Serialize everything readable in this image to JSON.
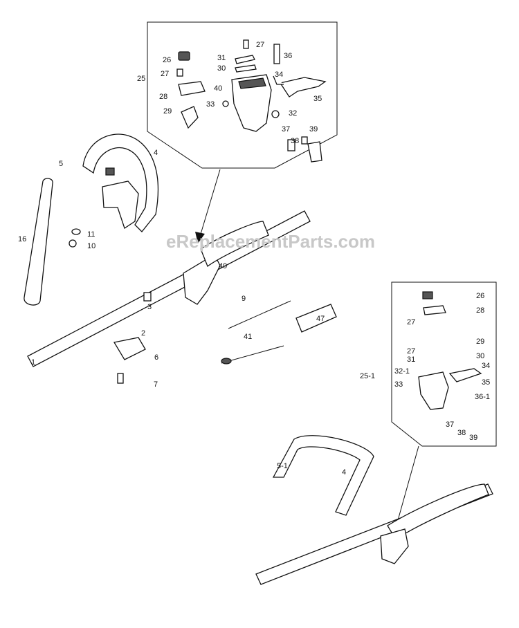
{
  "watermark": "eReplacementParts.com",
  "top_inset": {
    "labels": [
      "26",
      "27",
      "27",
      "31",
      "30",
      "36",
      "25",
      "34",
      "40",
      "28",
      "35",
      "33",
      "32",
      "29",
      "37",
      "39",
      "38"
    ]
  },
  "main": {
    "labels": [
      "5",
      "4",
      "16",
      "11",
      "10",
      "49",
      "3",
      "2",
      "9",
      "47",
      "41",
      "6",
      "1",
      "7"
    ]
  },
  "bottom_inset": {
    "labels": [
      "26",
      "27",
      "28",
      "29",
      "27",
      "31",
      "30",
      "25-1",
      "32-1",
      "33",
      "34",
      "35",
      "36-1",
      "37",
      "38",
      "39",
      "5-1",
      "4"
    ]
  }
}
